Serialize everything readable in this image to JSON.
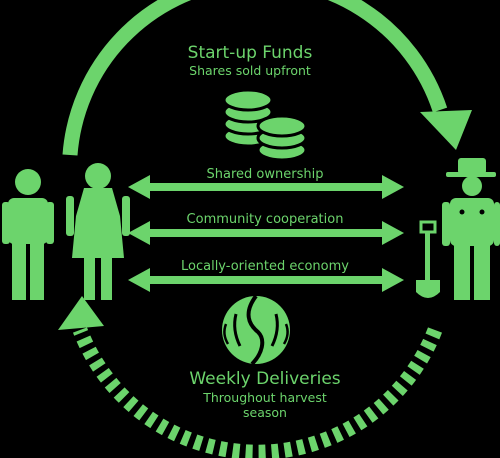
{
  "colors": {
    "background": "#000000",
    "primary_green": "#6cd46c",
    "dark_green": "#2f8f2f"
  },
  "top": {
    "title": "Start-up Funds",
    "subtitle": "Shares sold upfront"
  },
  "bottom": {
    "title": "Weekly Deliveries",
    "subtitle_line1": "Throughout harvest",
    "subtitle_line2": "season"
  },
  "arrows": [
    {
      "label": "Shared ownership"
    },
    {
      "label": "Community cooperation"
    },
    {
      "label": "Locally-oriented economy"
    }
  ],
  "icons": [
    "coins-icon",
    "man-icon",
    "woman-icon",
    "farmer-icon",
    "shovel-icon",
    "cabbage-icon"
  ]
}
